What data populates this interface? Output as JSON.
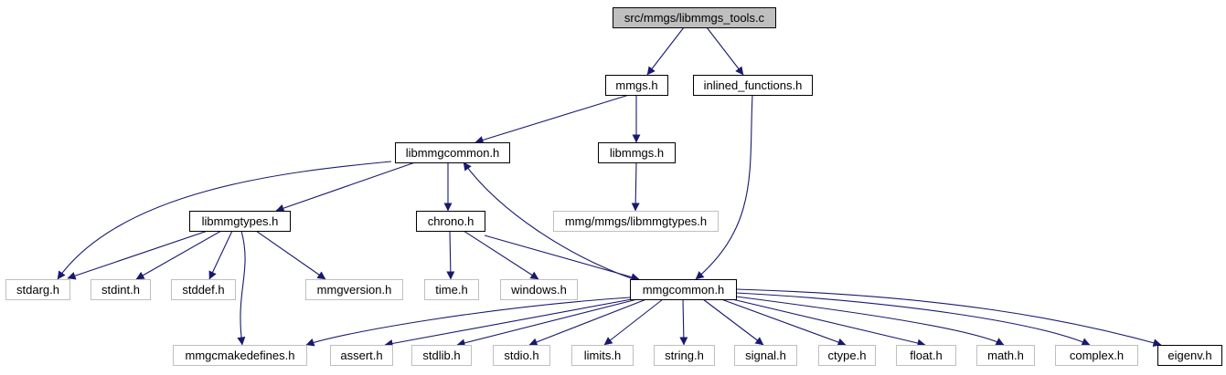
{
  "diagram": {
    "nodes": [
      {
        "id": "root",
        "label": "src/mmgs/libmmgs_tools.c",
        "style": "root"
      },
      {
        "id": "mmgs",
        "label": "mmgs.h",
        "style": "documented"
      },
      {
        "id": "inlined",
        "label": "inlined_functions.h",
        "style": "documented"
      },
      {
        "id": "libmmgcommon",
        "label": "libmmgcommon.h",
        "style": "documented"
      },
      {
        "id": "libmmgs",
        "label": "libmmgs.h",
        "style": "documented"
      },
      {
        "id": "libmmgtypes",
        "label": "libmmgtypes.h",
        "style": "documented"
      },
      {
        "id": "chrono",
        "label": "chrono.h",
        "style": "documented"
      },
      {
        "id": "mmgmmgslibmmgtypes",
        "label": "mmg/mmgs/libmmgtypes.h",
        "style": "external"
      },
      {
        "id": "stdarg",
        "label": "stdarg.h",
        "style": "external"
      },
      {
        "id": "stdint",
        "label": "stdint.h",
        "style": "external"
      },
      {
        "id": "stddef",
        "label": "stddef.h",
        "style": "external"
      },
      {
        "id": "mmgversion",
        "label": "mmgversion.h",
        "style": "external"
      },
      {
        "id": "time",
        "label": "time.h",
        "style": "external"
      },
      {
        "id": "windows",
        "label": "windows.h",
        "style": "external"
      },
      {
        "id": "mmgcommon",
        "label": "mmgcommon.h",
        "style": "documented"
      },
      {
        "id": "mmgcmakedefines",
        "label": "mmgcmakedefines.h",
        "style": "external"
      },
      {
        "id": "assert",
        "label": "assert.h",
        "style": "external"
      },
      {
        "id": "stdlib",
        "label": "stdlib.h",
        "style": "external"
      },
      {
        "id": "stdio",
        "label": "stdio.h",
        "style": "external"
      },
      {
        "id": "limits",
        "label": "limits.h",
        "style": "external"
      },
      {
        "id": "string",
        "label": "string.h",
        "style": "external"
      },
      {
        "id": "signal",
        "label": "signal.h",
        "style": "external"
      },
      {
        "id": "ctype",
        "label": "ctype.h",
        "style": "external"
      },
      {
        "id": "float",
        "label": "float.h",
        "style": "external"
      },
      {
        "id": "math",
        "label": "math.h",
        "style": "external"
      },
      {
        "id": "complex",
        "label": "complex.h",
        "style": "external"
      },
      {
        "id": "eigenv",
        "label": "eigenv.h",
        "style": "documented"
      }
    ],
    "edges": [
      {
        "from": "root",
        "to": "mmgs"
      },
      {
        "from": "root",
        "to": "inlined"
      },
      {
        "from": "mmgs",
        "to": "libmmgcommon"
      },
      {
        "from": "mmgs",
        "to": "libmmgs"
      },
      {
        "from": "inlined",
        "to": "mmgcommon"
      },
      {
        "from": "libmmgcommon",
        "to": "stdarg"
      },
      {
        "from": "libmmgcommon",
        "to": "libmmgtypes"
      },
      {
        "from": "libmmgcommon",
        "to": "chrono"
      },
      {
        "from": "libmmgs",
        "to": "mmgmmgslibmmgtypes"
      },
      {
        "from": "libmmgtypes",
        "to": "stdarg"
      },
      {
        "from": "libmmgtypes",
        "to": "stdint"
      },
      {
        "from": "libmmgtypes",
        "to": "stddef"
      },
      {
        "from": "libmmgtypes",
        "to": "mmgversion"
      },
      {
        "from": "libmmgtypes",
        "to": "mmgcmakedefines"
      },
      {
        "from": "chrono",
        "to": "time"
      },
      {
        "from": "chrono",
        "to": "windows"
      },
      {
        "from": "chrono",
        "to": "mmgcommon"
      },
      {
        "from": "mmgcommon",
        "to": "libmmgcommon"
      },
      {
        "from": "mmgcommon",
        "to": "mmgcmakedefines"
      },
      {
        "from": "mmgcommon",
        "to": "assert"
      },
      {
        "from": "mmgcommon",
        "to": "stdlib"
      },
      {
        "from": "mmgcommon",
        "to": "stdio"
      },
      {
        "from": "mmgcommon",
        "to": "limits"
      },
      {
        "from": "mmgcommon",
        "to": "string"
      },
      {
        "from": "mmgcommon",
        "to": "signal"
      },
      {
        "from": "mmgcommon",
        "to": "ctype"
      },
      {
        "from": "mmgcommon",
        "to": "float"
      },
      {
        "from": "mmgcommon",
        "to": "math"
      },
      {
        "from": "mmgcommon",
        "to": "complex"
      },
      {
        "from": "mmgcommon",
        "to": "eigenv"
      }
    ]
  },
  "colors": {
    "edge": "#191970",
    "root_fill": "#bfbfbf",
    "documented_border": "#000000",
    "external_border": "#bfbfbf",
    "node_fill": "#ffffff"
  }
}
